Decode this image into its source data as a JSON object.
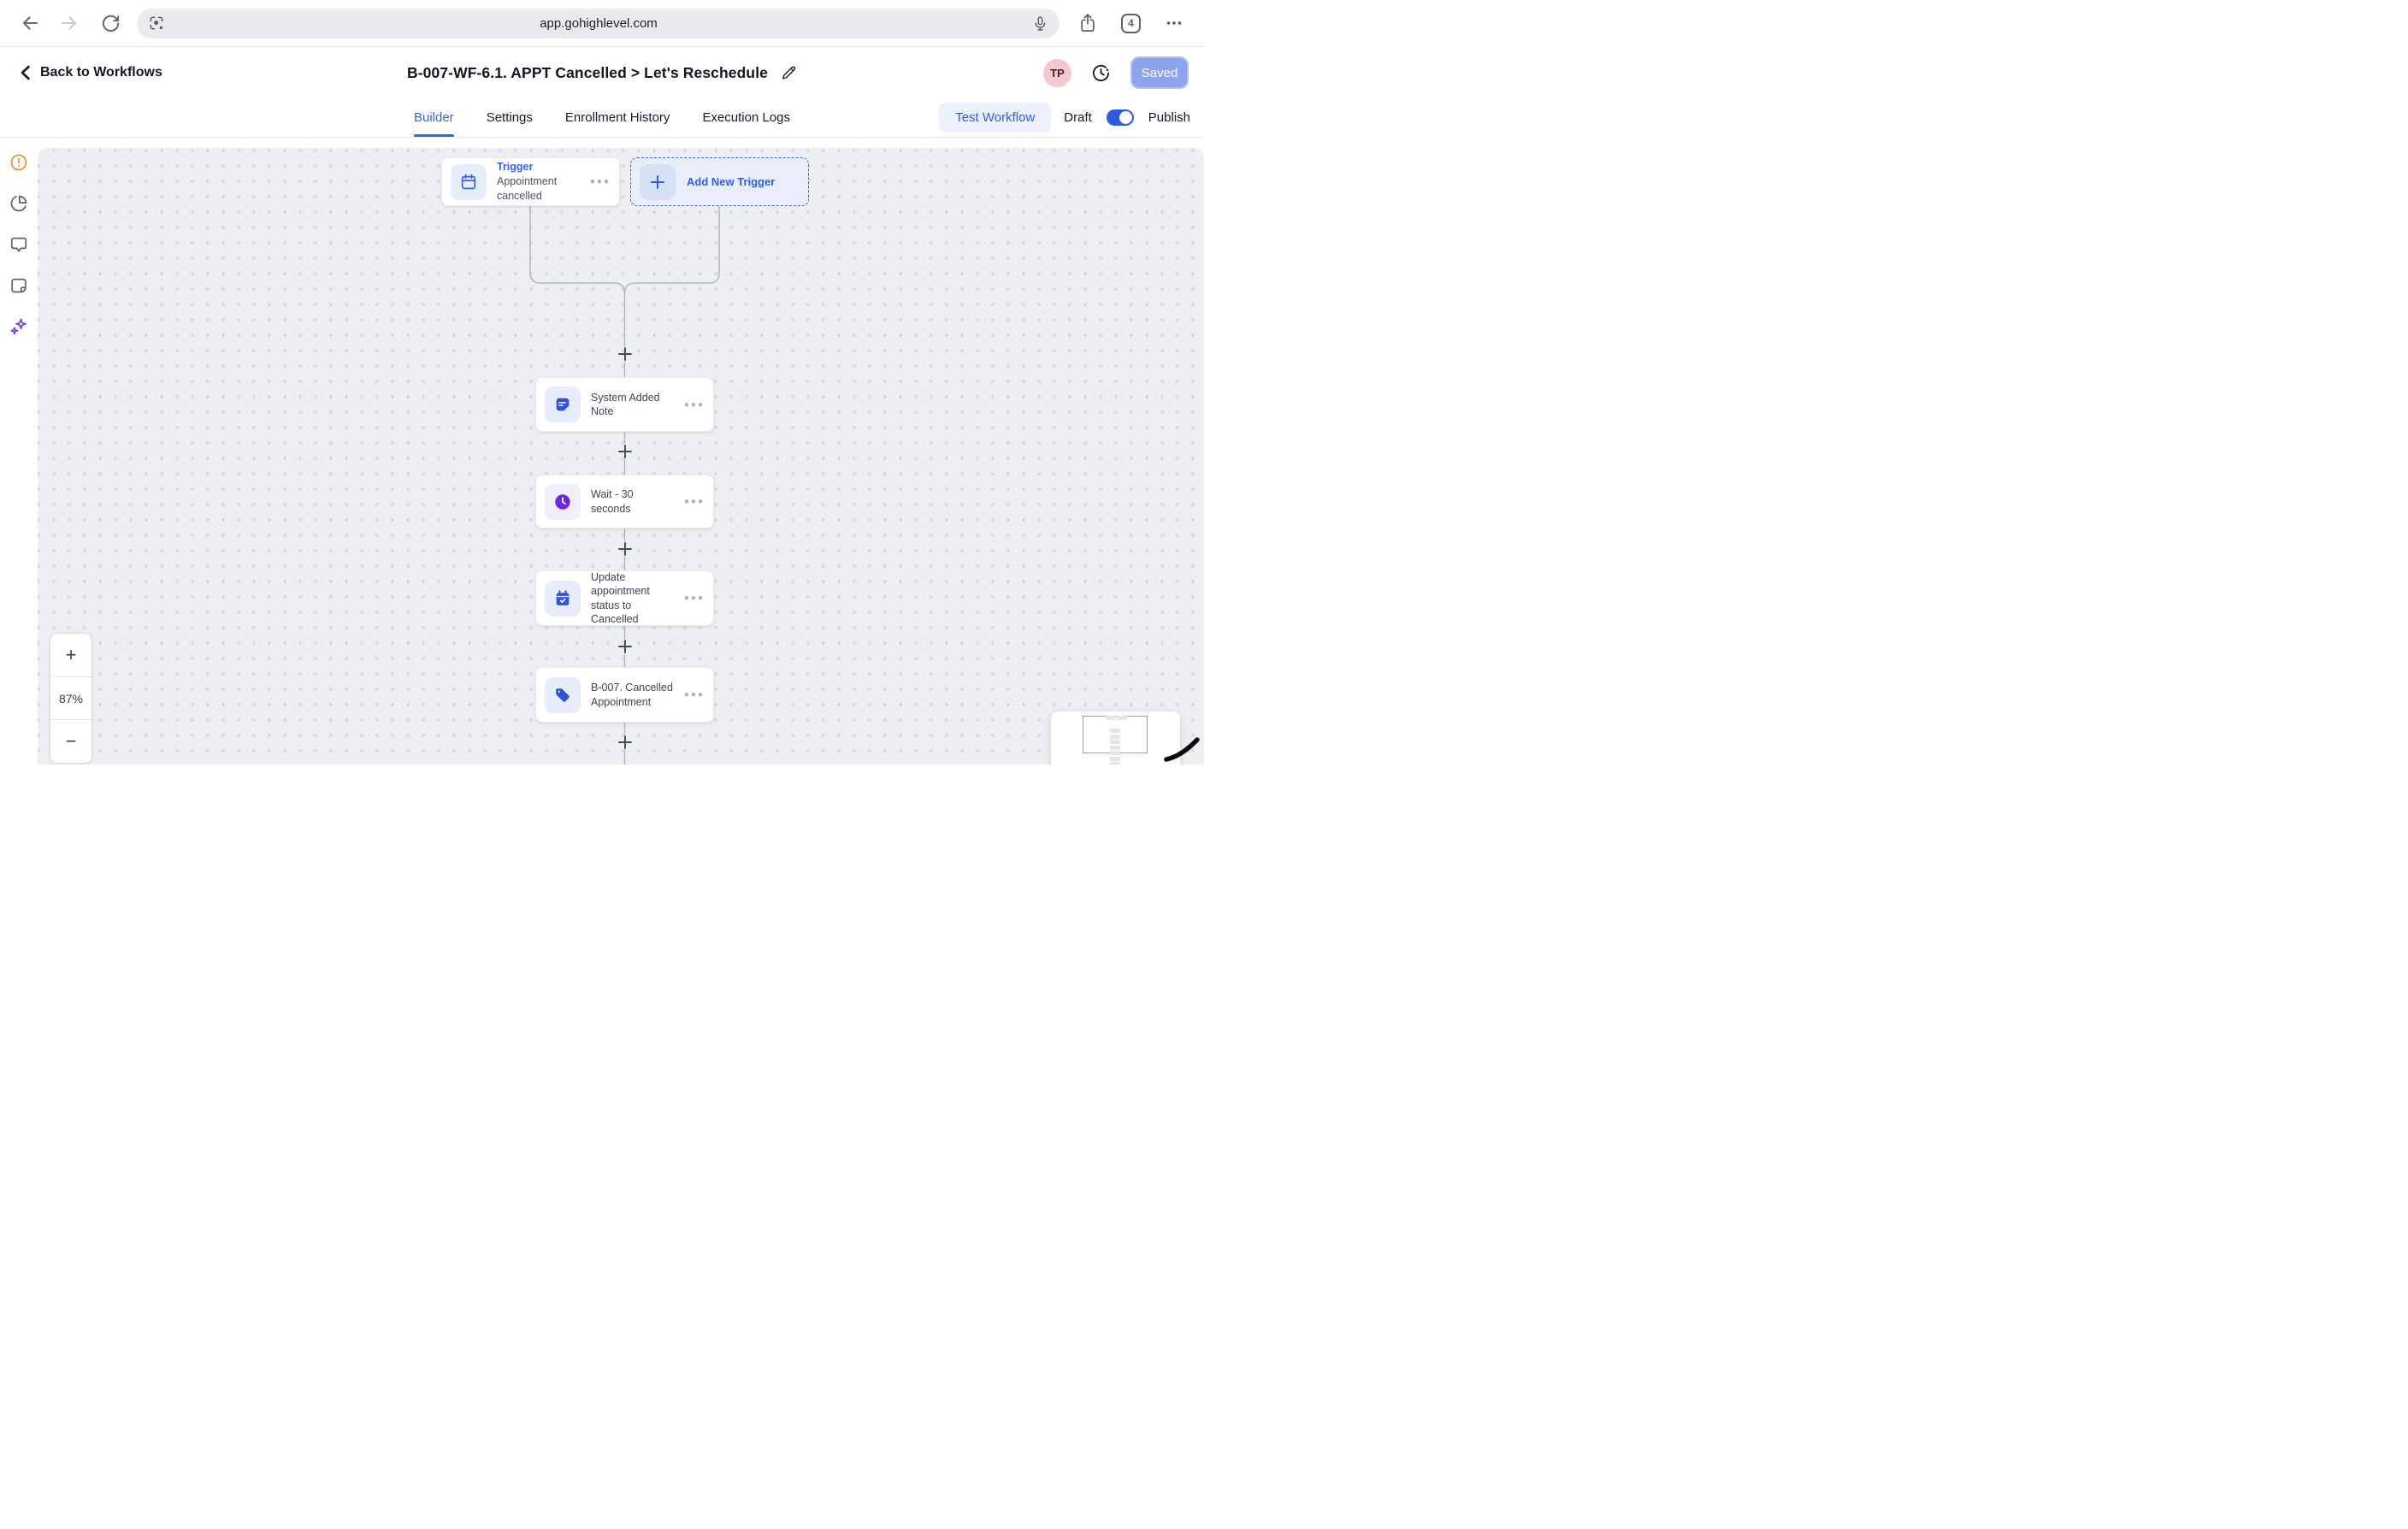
{
  "browser": {
    "url": "app.gohighlevel.com",
    "tab_count": "4"
  },
  "header": {
    "back_label": "Back to Workflows",
    "title": "B-007-WF-6.1. APPT Cancelled > Let's Reschedule",
    "avatar_initials": "TP",
    "saved_label": "Saved"
  },
  "tabs": {
    "items": [
      {
        "label": "Builder"
      },
      {
        "label": "Settings"
      },
      {
        "label": "Enrollment History"
      },
      {
        "label": "Execution Logs"
      }
    ],
    "test_workflow_label": "Test Workflow",
    "draft_label": "Draft",
    "publish_label": "Publish"
  },
  "sidebar": {
    "icons": [
      "alert-icon",
      "pie-chart-icon",
      "chat-icon",
      "note-icon",
      "ai-sparkles-icon"
    ]
  },
  "canvas": {
    "trigger_node": {
      "title": "Trigger",
      "subtitle": "Appointment cancelled"
    },
    "add_trigger_label": "Add New Trigger",
    "action_nodes": [
      {
        "label": "System Added Note",
        "icon": "note-action-icon"
      },
      {
        "label": "Wait - 30 seconds",
        "icon": "wait-clock-icon"
      },
      {
        "label": "Update appointment status to Cancelled",
        "icon": "calendar-check-icon"
      },
      {
        "label": "B-007. Cancelled Appointment",
        "icon": "tag-icon"
      }
    ],
    "zoom": {
      "in_label": "+",
      "level": "87%",
      "out_label": "−"
    }
  },
  "colors": {
    "accent_blue": "#3465e2",
    "saved_button": "#8da3ec",
    "canvas_bg": "#edeff2",
    "purple": "#6d28d9",
    "alert_orange": "#e8923f",
    "ai_purple": "#7c3aed"
  }
}
